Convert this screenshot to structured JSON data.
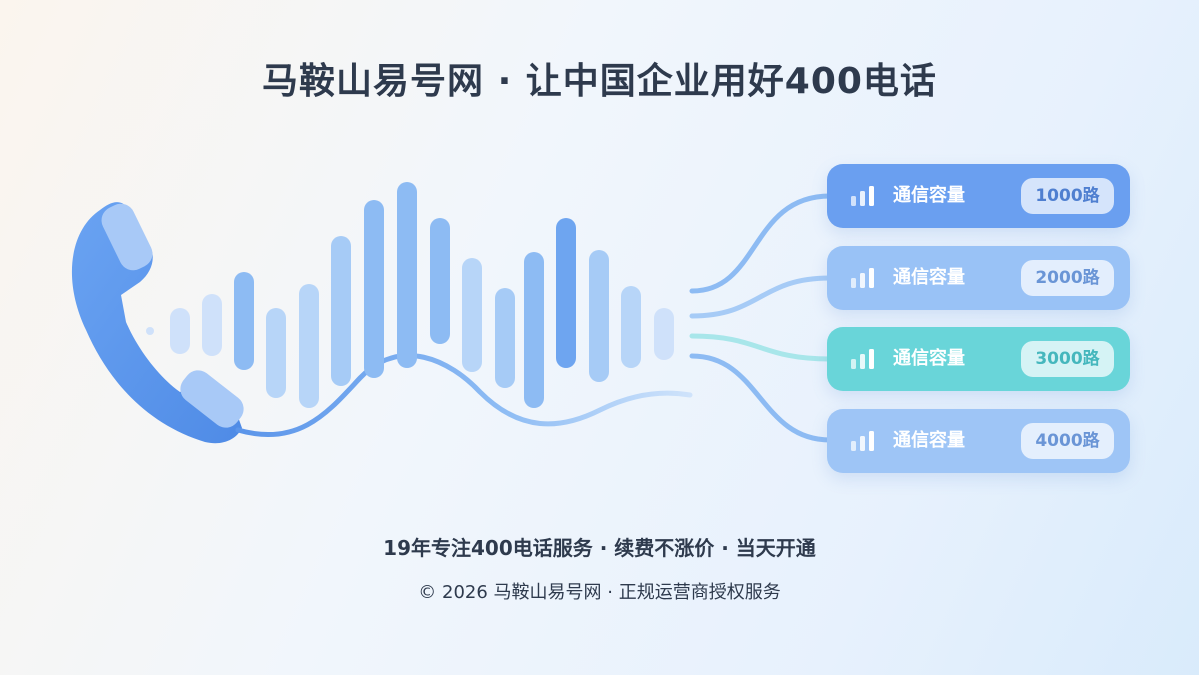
{
  "header": {
    "title": "马鞍山易号网 · 让中国企业用好400电话"
  },
  "capacity_cards": [
    {
      "label": "通信容量",
      "value": "1000路",
      "color": "#6a9ff0",
      "icon": "signal-bars-icon"
    },
    {
      "label": "通信容量",
      "value": "2000路",
      "color": "#99c2f6",
      "icon": "signal-bars-icon"
    },
    {
      "label": "通信容量",
      "value": "3000路",
      "color": "#69d5d9",
      "icon": "signal-bars-icon"
    },
    {
      "label": "通信容量",
      "value": "4000路",
      "color": "#9ec5f6",
      "icon": "signal-bars-icon"
    }
  ],
  "illustration": {
    "icons": [
      "telephone-handset-icon",
      "sound-wave-icon"
    ]
  },
  "footer": {
    "tagline": "19年专注400电话服务 · 续费不涨价 · 当天开通",
    "copyright": "© 2026 马鞍山易号网 · 正规运营商授权服务"
  },
  "colors": {
    "primary": "#6a9ff0",
    "teal": "#69d5d9",
    "text": "#2e3a4d"
  }
}
